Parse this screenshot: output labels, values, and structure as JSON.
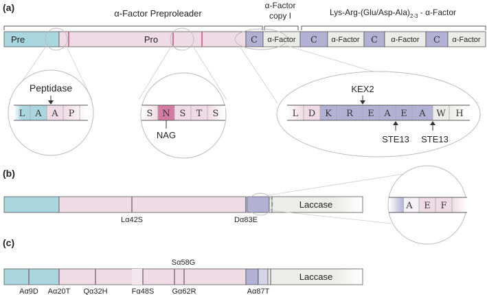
{
  "panels": {
    "a": "(a)",
    "b": "(b)",
    "c": "(c)"
  },
  "panel_a": {
    "header_preproleader": "α-Factor Preproleader",
    "header_copy_line1": "α-Factor",
    "header_copy_line2": "copy I",
    "header_repeat_main": "Lys-Arg-(Glu/Asp-Ala)",
    "header_repeat_sub": "2-3",
    "header_repeat_tail": " - α-Factor",
    "bar": {
      "pre": "Pre",
      "pro": "Pro",
      "c1": "C",
      "af1": "α-Factor",
      "c2": "C",
      "af2": "α-Factor",
      "c3": "C",
      "af3": "α-Factor",
      "c4": "C",
      "af4": "α-Factor"
    },
    "zoom_peptidase": {
      "label": "Peptidase",
      "residues": [
        "L",
        "A",
        "A",
        "P"
      ]
    },
    "zoom_glyco": {
      "residues": [
        "S",
        "N",
        "S",
        "T",
        "S"
      ],
      "label": "NAG"
    },
    "zoom_kex": {
      "top_label": "KEX2",
      "residues": [
        "L",
        "D",
        "K",
        "R",
        "E",
        "A",
        "E",
        "A",
        "W",
        "H"
      ],
      "bottom_label_1": "STE13",
      "bottom_label_2": "STE13"
    }
  },
  "panel_b": {
    "bar_label": "Laccase",
    "mutations": [
      "Lα42S",
      "Dα83E"
    ],
    "zoom_residues": [
      "A",
      "E",
      "F"
    ]
  },
  "panel_c": {
    "bar_label": "Laccase",
    "mutations_bottom": [
      "Aα9D",
      "Aα20T",
      "Qα32H",
      "Fα48S",
      "Gα62R",
      "Aα87T"
    ],
    "mutation_top": "Sα58G"
  },
  "colors": {
    "pre": "#a9d5df",
    "pro": "#efdbe3",
    "c_segment": "#b2b1d4",
    "alpha_factor": "#ececea",
    "laccase": "#ececea",
    "marker": "#c24d8a",
    "nag_residue": "#d37aa5"
  }
}
